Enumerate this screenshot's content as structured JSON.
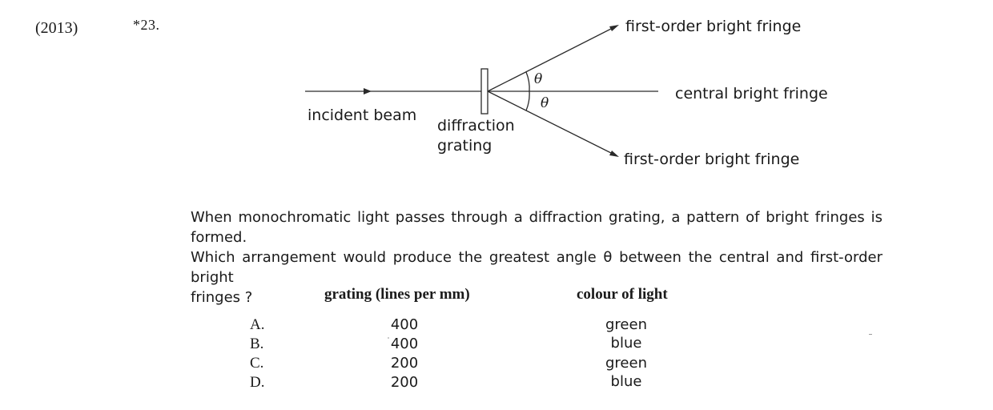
{
  "header": {
    "year": "(2013)",
    "question_number": "*23."
  },
  "diagram": {
    "labels": {
      "incident_beam": "incident beam",
      "diffraction": "diffraction",
      "grating": "grating",
      "first_order_top": "first-order bright fringe",
      "central": "central bright fringe",
      "first_order_bottom": "first-order bright fringe",
      "theta": "θ"
    }
  },
  "question": {
    "line1": "When monochromatic light passes through a diffraction grating, a pattern of bright fringes is formed.",
    "line2": "Which arrangement would produce the greatest angle θ between the central and first-order bright",
    "line3": "fringes ?"
  },
  "table": {
    "header_grating": "grating (lines per mm)",
    "header_colour": "colour of light",
    "options": [
      {
        "letter": "A.",
        "grating": "400",
        "colour": "green"
      },
      {
        "letter": "B.",
        "grating": "400",
        "colour": "blue"
      },
      {
        "letter": "C.",
        "grating": "200",
        "colour": "green"
      },
      {
        "letter": "D.",
        "grating": "200",
        "colour": "blue"
      }
    ]
  }
}
